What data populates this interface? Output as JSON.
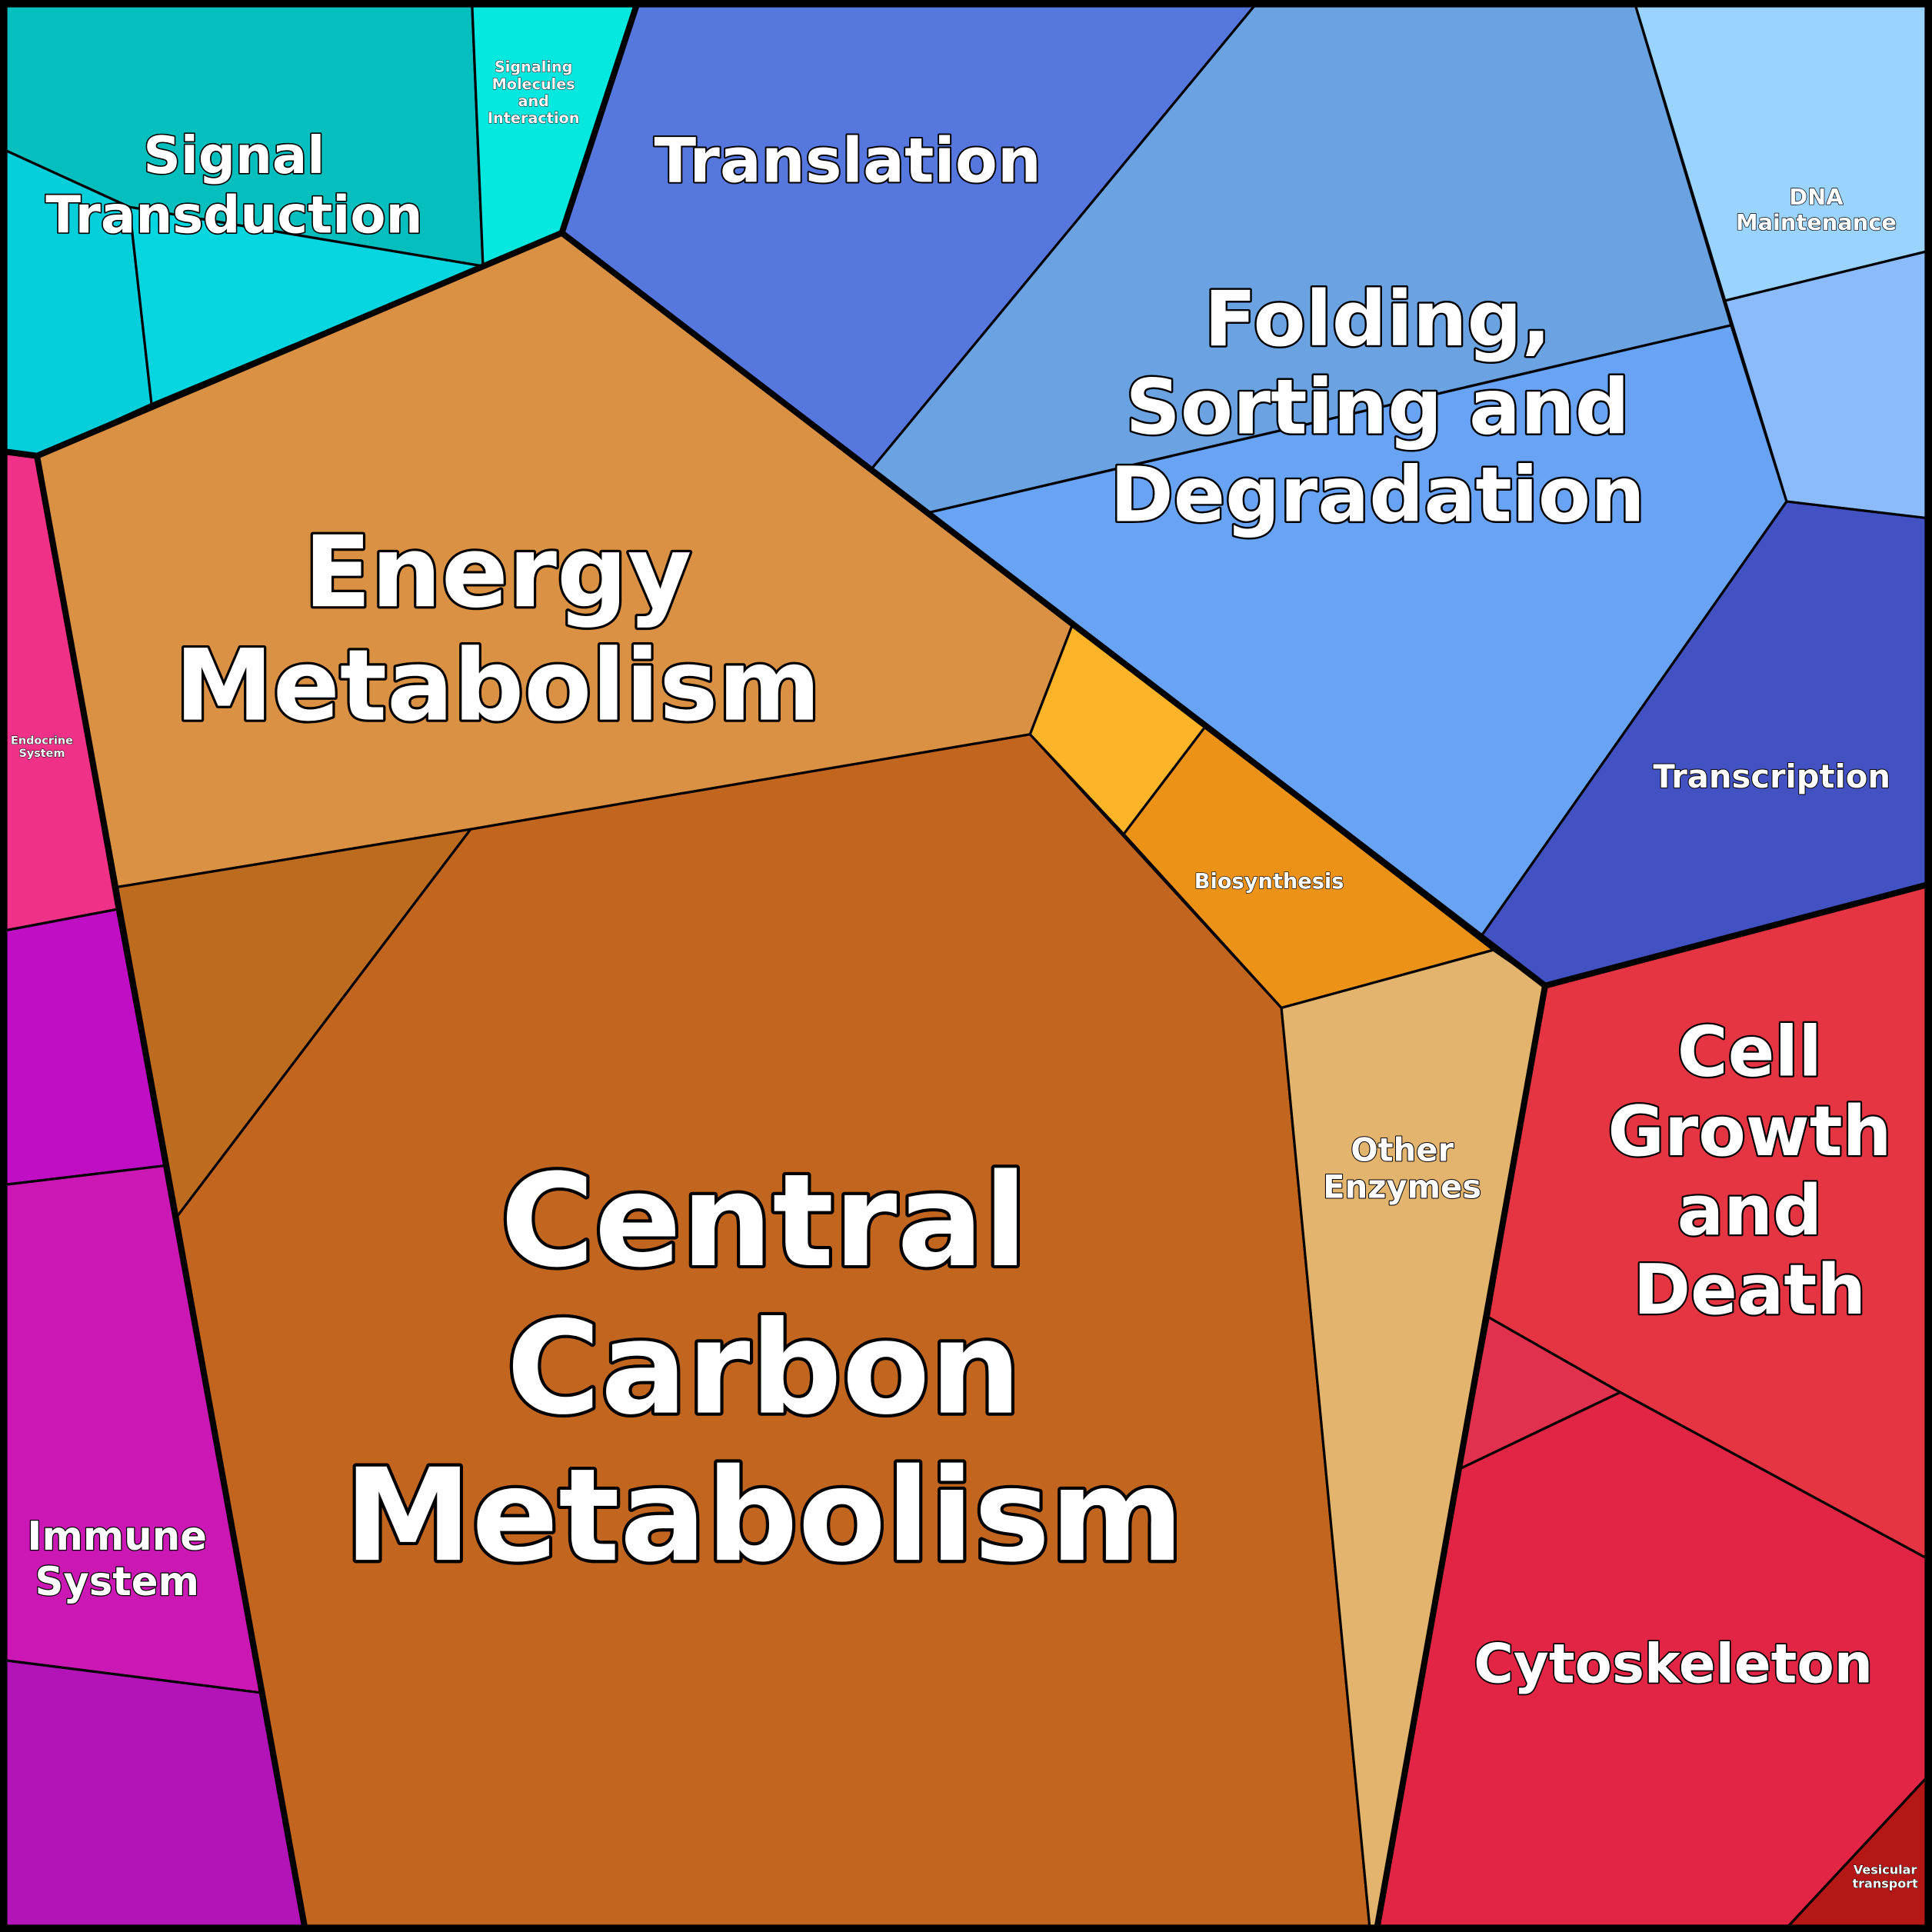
{
  "title": "Voronoi treemap of functional categories",
  "cells": [
    {
      "id": "signal-transduction-a",
      "color": "#05bfbf"
    },
    {
      "id": "signal-transduction-b",
      "color": "#06cfdc"
    },
    {
      "id": "signal-transduction-c",
      "color": "#06d6e0"
    },
    {
      "id": "signaling-molecules",
      "color": "#05e8df"
    },
    {
      "id": "translation",
      "color": "#5577de"
    },
    {
      "id": "folding-a",
      "color": "#6aa2e2"
    },
    {
      "id": "folding-b",
      "color": "#68a3f5"
    },
    {
      "id": "dna-maintenance",
      "color": "#99d3fe"
    },
    {
      "id": "dna-maintenance-b",
      "color": "#8bbbfb"
    },
    {
      "id": "transcription",
      "color": "#4352c2"
    },
    {
      "id": "energy-metabolism",
      "color": "#da9144"
    },
    {
      "id": "metabolism-small",
      "color": "#bc6b1f"
    },
    {
      "id": "central-carbon-metabolism",
      "color": "#c2661f"
    },
    {
      "id": "biosynthesis-small",
      "color": "#fdb428"
    },
    {
      "id": "biosynthesis",
      "color": "#ec9217"
    },
    {
      "id": "other-enzymes",
      "color": "#e3b46e"
    },
    {
      "id": "endocrine-system",
      "color": "#ef3288"
    },
    {
      "id": "immune-a",
      "color": "#c00ec4"
    },
    {
      "id": "immune-system",
      "color": "#cb18b4"
    },
    {
      "id": "immune-c",
      "color": "#b214b8"
    },
    {
      "id": "cell-growth-and-death",
      "color": "#e53542"
    },
    {
      "id": "cell-growth-small",
      "color": "#e2304f"
    },
    {
      "id": "cytoskeleton",
      "color": "#e22545"
    },
    {
      "id": "vesicular-transport",
      "color": "#b51717"
    }
  ],
  "labels": [
    {
      "id": "signal-transduction",
      "lines": [
        "Signal",
        "Transduction"
      ]
    },
    {
      "id": "signaling-molecules",
      "lines": [
        "Signaling",
        "Molecules",
        "and",
        "Interaction"
      ]
    },
    {
      "id": "translation",
      "lines": [
        "Translation"
      ]
    },
    {
      "id": "folding-sorting-degradation",
      "lines": [
        "Folding,",
        "Sorting and",
        "Degradation"
      ]
    },
    {
      "id": "dna-maintenance",
      "lines": [
        "DNA",
        "Maintenance"
      ]
    },
    {
      "id": "transcription",
      "lines": [
        "Transcription"
      ]
    },
    {
      "id": "energy-metabolism",
      "lines": [
        "Energy",
        "Metabolism"
      ]
    },
    {
      "id": "central-carbon-metabolism",
      "lines": [
        "Central",
        "Carbon",
        "Metabolism"
      ]
    },
    {
      "id": "biosynthesis",
      "lines": [
        "Biosynthesis"
      ]
    },
    {
      "id": "other-enzymes",
      "lines": [
        "Other",
        "Enzymes"
      ]
    },
    {
      "id": "endocrine-system",
      "lines": [
        "Endocrine",
        "System"
      ]
    },
    {
      "id": "immune-system",
      "lines": [
        "Immune",
        "System"
      ]
    },
    {
      "id": "cell-growth-and-death",
      "lines": [
        "Cell",
        "Growth",
        "and",
        "Death"
      ]
    },
    {
      "id": "cytoskeleton",
      "lines": [
        "Cytoskeleton"
      ]
    },
    {
      "id": "vesicular-transport",
      "lines": [
        "Vesicular",
        "transport"
      ]
    }
  ]
}
